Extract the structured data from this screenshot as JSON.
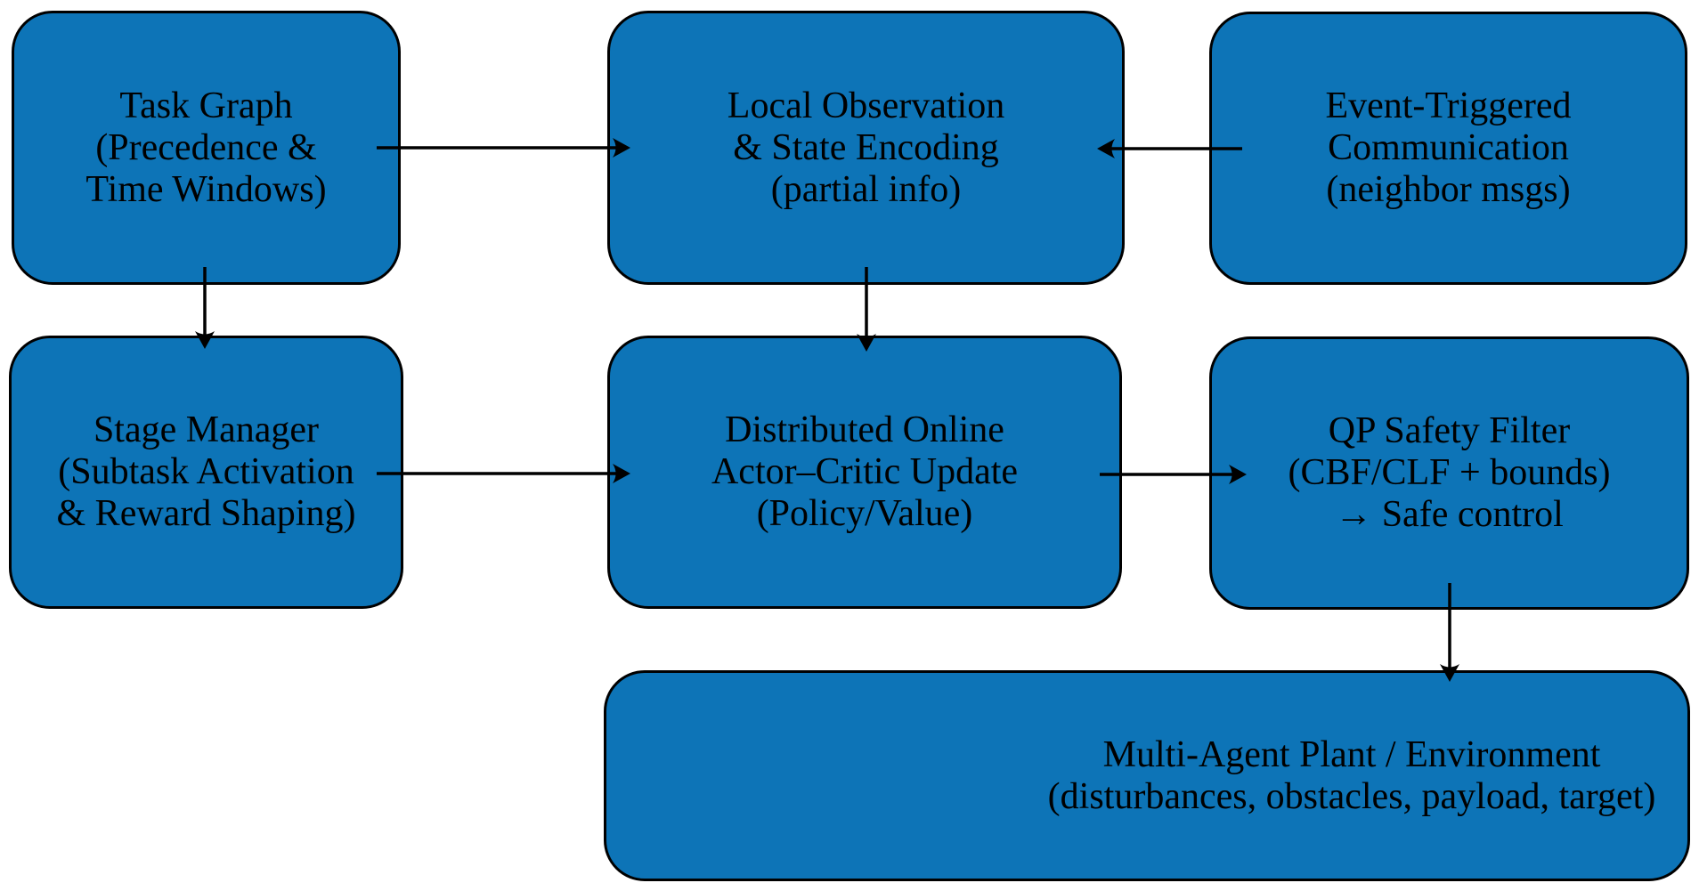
{
  "diagram": {
    "colors": {
      "background": "#ffffff",
      "box_fill": "#0d74b7",
      "box_border": "#000000",
      "arrow": "#000000",
      "text": "#000000"
    },
    "nodes": [
      {
        "id": "task-graph",
        "lines": [
          "Task Graph",
          "(Precedence &",
          "Time Windows)"
        ]
      },
      {
        "id": "local-observation",
        "lines": [
          "Local Observation",
          "& State Encoding",
          "(partial info)"
        ]
      },
      {
        "id": "event-triggered",
        "lines": [
          "Event-Triggered",
          "Communication",
          "(neighbor msgs)"
        ]
      },
      {
        "id": "stage-manager",
        "lines": [
          "Stage Manager",
          "(Subtask Activation",
          "& Reward Shaping)"
        ]
      },
      {
        "id": "actor-critic",
        "lines": [
          "Distributed Online",
          "Actor–Critic Update",
          "(Policy/Value)"
        ]
      },
      {
        "id": "qp-safety",
        "lines": [
          "QP Safety Filter",
          "(CBF/CLF + bounds)",
          "→ Safe control"
        ]
      },
      {
        "id": "plant",
        "lines": [
          "Multi-Agent Plant / Environment",
          "(disturbances, obstacles, payload, target)"
        ]
      }
    ],
    "edges": [
      {
        "from": "task-graph",
        "to": "local-observation",
        "direction": "right"
      },
      {
        "from": "event-triggered",
        "to": "local-observation",
        "direction": "left"
      },
      {
        "from": "task-graph",
        "to": "stage-manager",
        "direction": "down"
      },
      {
        "from": "local-observation",
        "to": "actor-critic",
        "direction": "down"
      },
      {
        "from": "stage-manager",
        "to": "actor-critic",
        "direction": "right"
      },
      {
        "from": "actor-critic",
        "to": "qp-safety",
        "direction": "right"
      },
      {
        "from": "qp-safety",
        "to": "plant",
        "direction": "down"
      }
    ]
  }
}
